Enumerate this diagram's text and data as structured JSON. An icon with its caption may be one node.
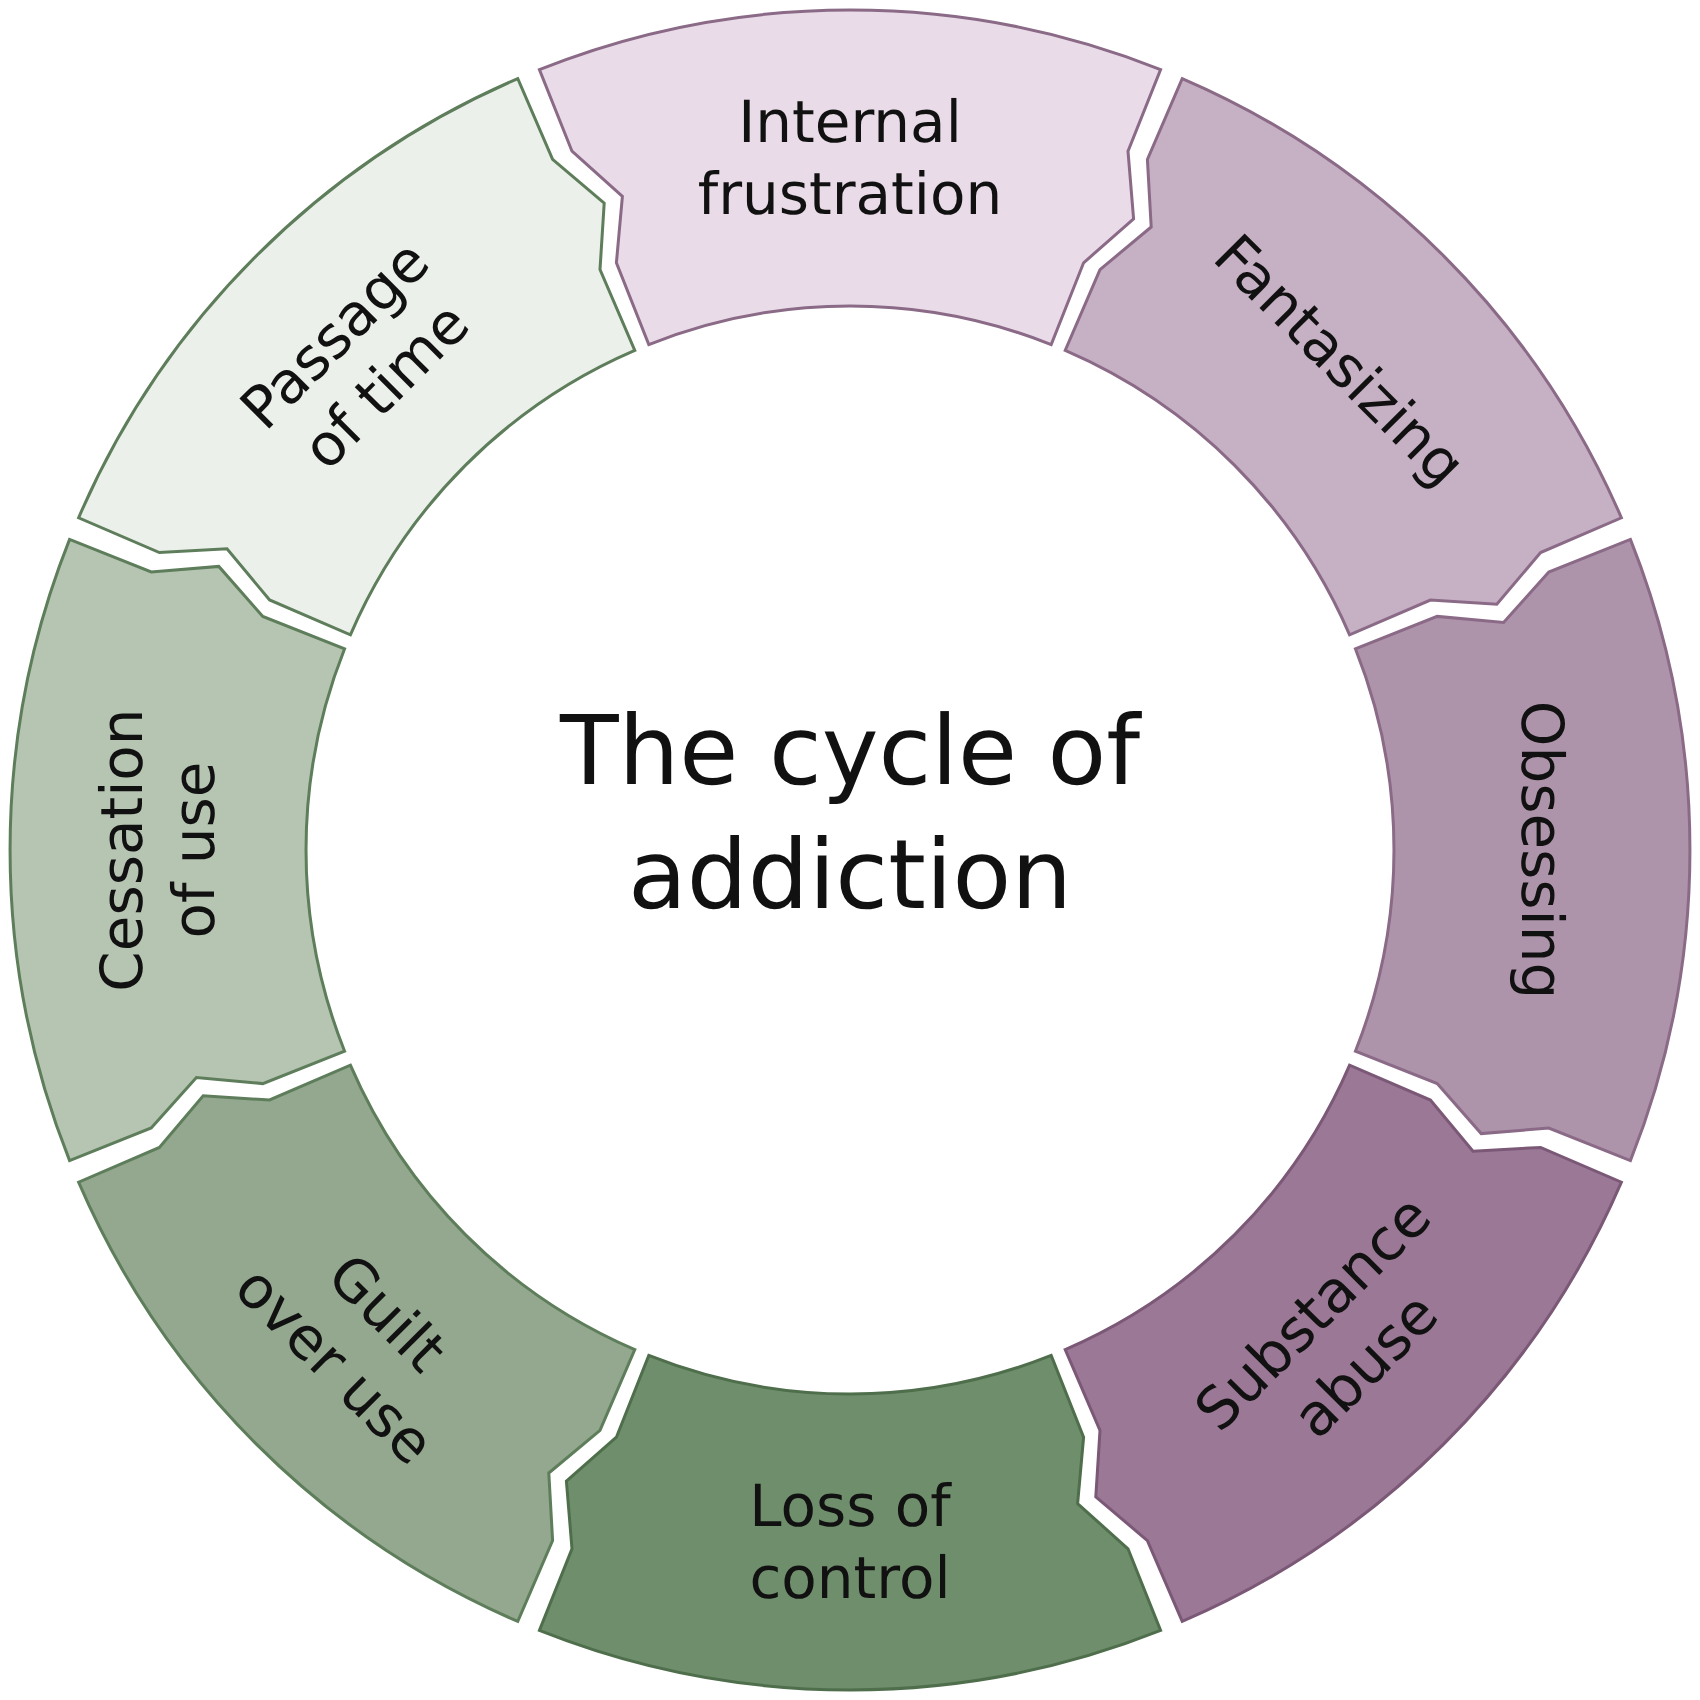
{
  "diagram": {
    "title": "The cycle of addiction",
    "nodes": [
      {
        "text": [
          "Internal frustration"
        ]
      },
      {
        "text": [
          "Fantasizing"
        ]
      },
      {
        "text": [
          "Obsessing"
        ]
      },
      {
        "text": [
          "Substance abuse"
        ]
      },
      {
        "text": [
          "Loss of control"
        ]
      },
      {
        "text": [
          "Guilt over use"
        ]
      },
      {
        "text": [
          "Cessation of use"
        ]
      },
      {
        "text": [
          "Passage of time"
        ]
      }
    ]
  }
}
